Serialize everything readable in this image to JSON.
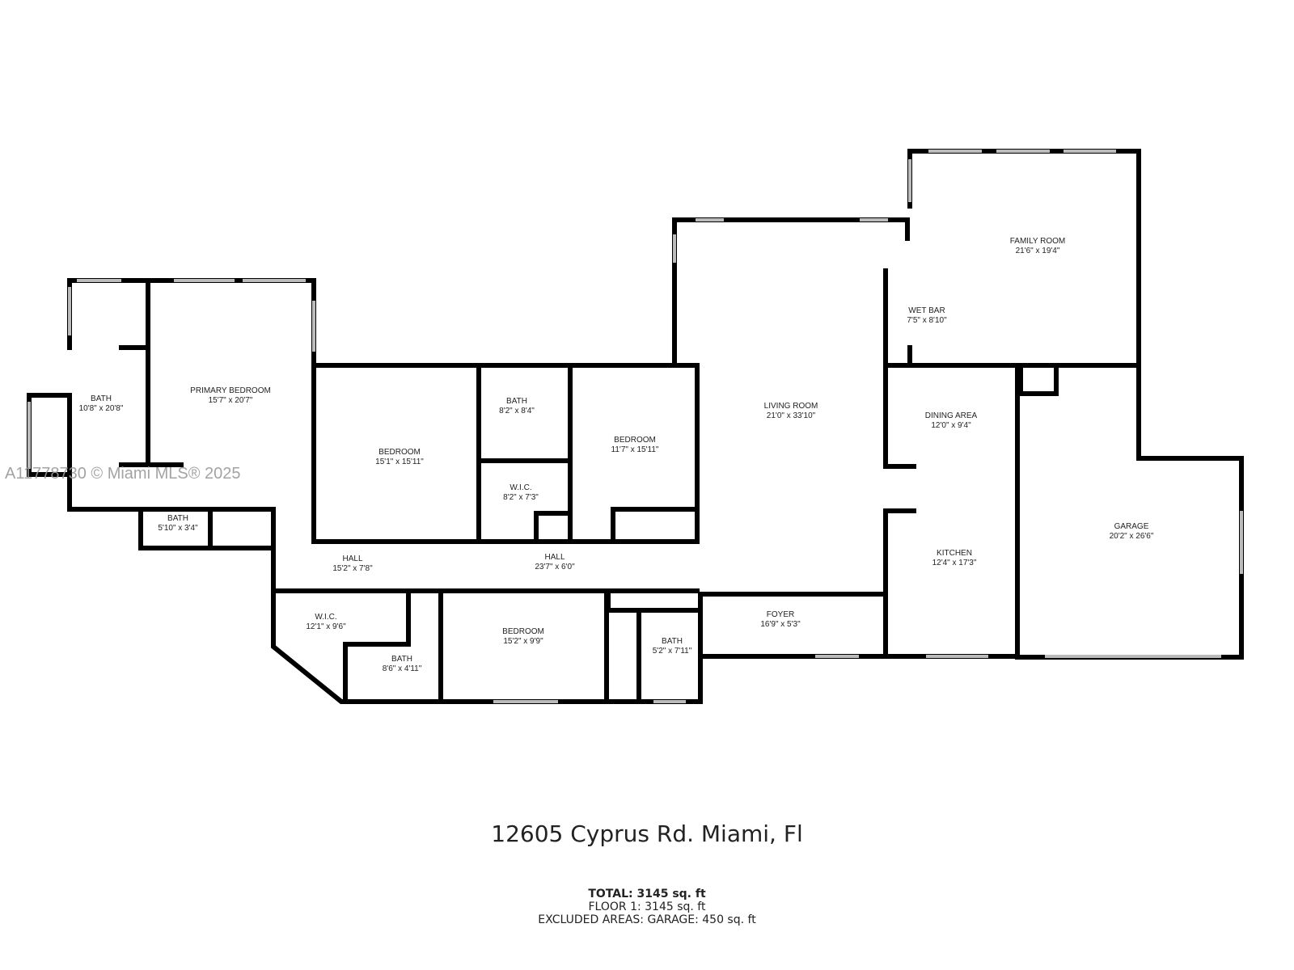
{
  "rooms": [
    {
      "name": "BATH",
      "dims": "10'8\" x 20'8\""
    },
    {
      "name": "PRIMARY BEDROOM",
      "dims": "15'7\" x 20'7\""
    },
    {
      "name": "BATH",
      "dims": "5'10\" x 3'4\""
    },
    {
      "name": "BEDROOM",
      "dims": "15'1\" x 15'11\""
    },
    {
      "name": "BATH",
      "dims": "8'2\" x 8'4\""
    },
    {
      "name": "W.I.C.",
      "dims": "8'2\" x 7'3\""
    },
    {
      "name": "BEDROOM",
      "dims": "11'7\" x 15'11\""
    },
    {
      "name": "HALL",
      "dims": "15'2\" x 7'8\""
    },
    {
      "name": "HALL",
      "dims": "23'7\" x 6'0\""
    },
    {
      "name": "W.I.C.",
      "dims": "12'1\" x 9'6\""
    },
    {
      "name": "BATH",
      "dims": "8'6\" x 4'11\""
    },
    {
      "name": "BEDROOM",
      "dims": "15'2\" x 9'9\""
    },
    {
      "name": "BATH",
      "dims": "5'2\" x 7'11\""
    },
    {
      "name": "LIVING ROOM",
      "dims": "21'0\" x 33'10\""
    },
    {
      "name": "FAMILY ROOM",
      "dims": "21'6\" x 19'4\""
    },
    {
      "name": "WET BAR",
      "dims": "7'5\" x 8'10\""
    },
    {
      "name": "DINING AREA",
      "dims": "12'0\" x 9'4\""
    },
    {
      "name": "KITCHEN",
      "dims": "12'4\" x 17'3\""
    },
    {
      "name": "GARAGE",
      "dims": "20'2\" x 26'6\""
    },
    {
      "name": "FOYER",
      "dims": "16'9\" x 5'3\""
    }
  ],
  "watermark": "A11778730 © Miami MLS® 2025",
  "address": "12605 Cyprus Rd. Miami, Fl",
  "stats": {
    "total": "TOTAL: 3145 sq. ft",
    "floor1": "FLOOR 1: 3145 sq. ft",
    "excluded": "EXCLUDED AREAS: GARAGE: 450 sq. ft"
  }
}
